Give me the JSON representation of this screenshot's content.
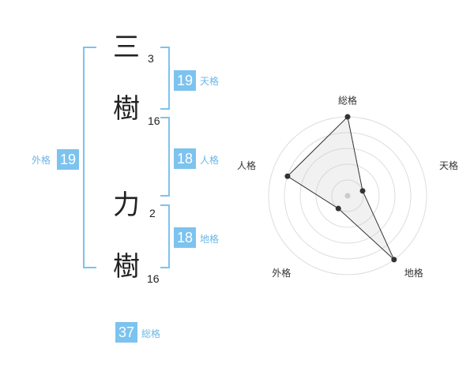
{
  "colors": {
    "accent": "#7cc3ef",
    "accent_text": "#6ab7e6",
    "ink": "#222222"
  },
  "name": {
    "chars": [
      {
        "char": "三",
        "strokes": "3"
      },
      {
        "char": "樹",
        "strokes": "16"
      },
      {
        "char": "力",
        "strokes": "2"
      },
      {
        "char": "樹",
        "strokes": "16"
      }
    ]
  },
  "kaku": {
    "tenkaku": {
      "value": "19",
      "label": "天格"
    },
    "jinkaku": {
      "value": "18",
      "label": "人格"
    },
    "chikaku": {
      "value": "18",
      "label": "地格"
    },
    "gaikaku": {
      "value": "19",
      "label": "外格"
    },
    "soukaku": {
      "value": "37",
      "label": "総格"
    }
  },
  "chart_data": {
    "type": "radar",
    "axes": [
      "総格",
      "天格",
      "地格",
      "外格",
      "人格"
    ],
    "values": [
      1.0,
      0.2,
      1.0,
      0.2,
      0.8
    ],
    "levels": 5,
    "range": [
      0,
      1
    ]
  }
}
